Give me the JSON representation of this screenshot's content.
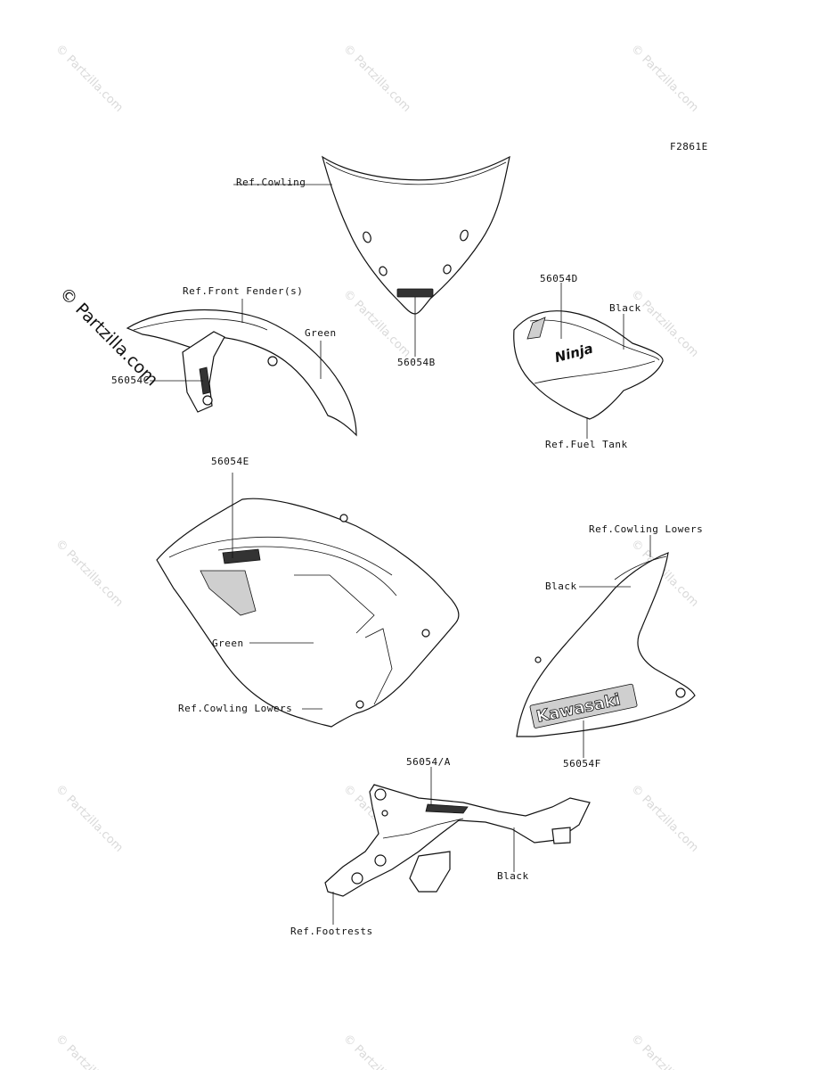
{
  "figure_code": "F2861E",
  "watermark": {
    "text": "© Partzilla.com",
    "big_text": "© Partzilla.com"
  },
  "labels": {
    "ref_cowling": "Ref.Cowling",
    "part_56054b": "56054B",
    "ref_front_fender": "Ref.Front Fender(s)",
    "green_fender": "Green",
    "part_56054c": "56054C",
    "part_56054d": "56054D",
    "black_tank": "Black",
    "ref_fuel_tank": "Ref.Fuel Tank",
    "part_56054e": "56054E",
    "green_cowling": "Green",
    "ref_cowling_lowers_left": "Ref.Cowling Lowers",
    "ref_cowling_lowers_right": "Ref.Cowling Lowers",
    "black_lower": "Black",
    "part_56054f": "56054F",
    "part_56054a": "56054/A",
    "black_footrest": "Black",
    "ref_footrests": "Ref.Footrests"
  },
  "decal_text": {
    "ninja": "Ninja",
    "kawasaki": "Kawasaki"
  }
}
